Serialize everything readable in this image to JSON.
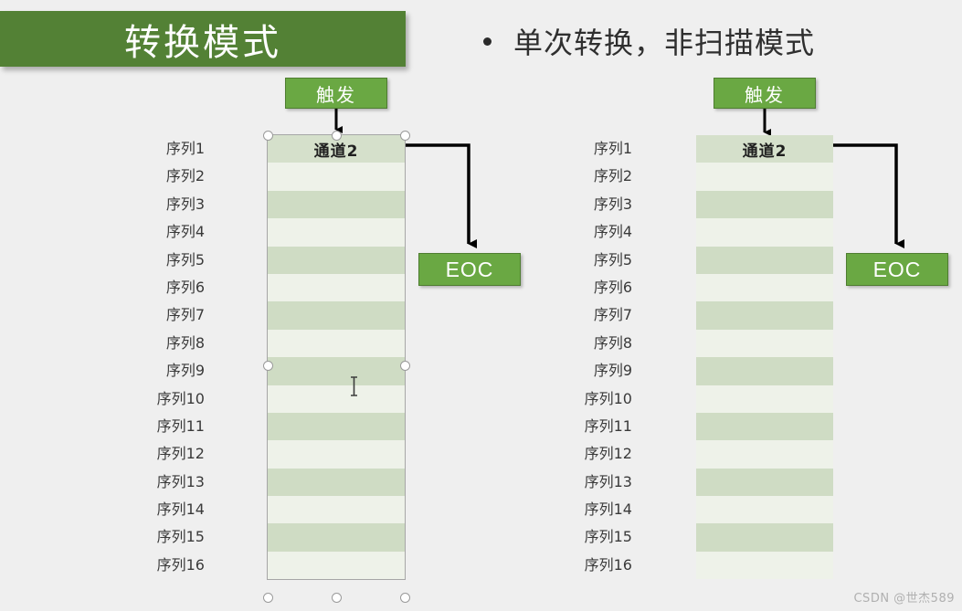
{
  "slide": {
    "background_color": "#efefef",
    "title": "转换模式",
    "title_banner_color": "#538135",
    "bullet": "单次转换，非扫描模式",
    "watermark": "CSDN @世杰589"
  },
  "colors": {
    "banner_green": "#538135",
    "box_green": "#6aa843",
    "row_green_odd": "#cfdcc4",
    "row_green_even": "#eef2e9",
    "header_green": "#d5e0cb",
    "arrow_black": "#000000"
  },
  "sequence_labels": [
    "序列1",
    "序列2",
    "序列3",
    "序列4",
    "序列5",
    "序列6",
    "序列7",
    "序列8",
    "序列9",
    "序列10",
    "序列11",
    "序列12",
    "序列13",
    "序列14",
    "序列15",
    "序列16"
  ],
  "diagrams": [
    {
      "id": "left",
      "trigger_label": "触发",
      "channel_header": "通道2",
      "eoc_label": "EOC",
      "selected": true
    },
    {
      "id": "right",
      "trigger_label": "触发",
      "channel_header": "通道2",
      "eoc_label": "EOC",
      "selected": false
    }
  ]
}
